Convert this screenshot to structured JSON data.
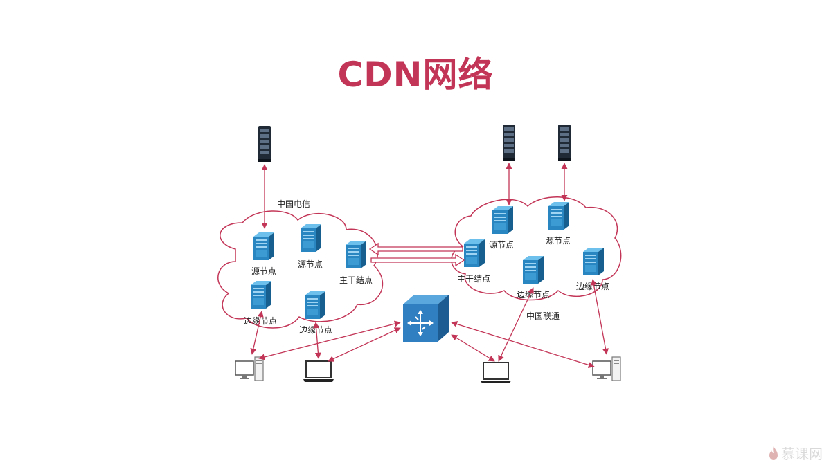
{
  "title": "CDN网络",
  "networks": {
    "telecom": {
      "label": "中国电信"
    },
    "unicom": {
      "label": "中国联通"
    }
  },
  "nodes": {
    "source": "源节点",
    "edge": "边缘节点",
    "backbone": "主干结点"
  },
  "watermark": "慕课网",
  "colors": {
    "accent": "#c33557",
    "cloud_stroke": "#c33557",
    "server_blue": "#2a86c0",
    "router_blue": "#2f7fc1"
  },
  "icons": [
    "server-rack-icon",
    "server-tower-icon",
    "router-icon",
    "desktop-pc-icon",
    "laptop-icon",
    "flame-logo-icon"
  ]
}
